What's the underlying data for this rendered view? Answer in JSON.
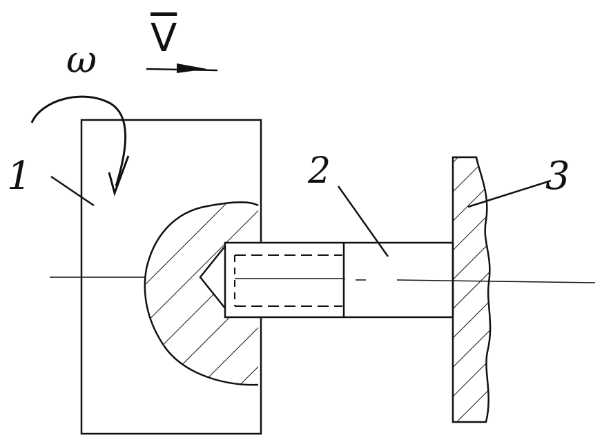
{
  "labels": {
    "omega": "ω",
    "velocity": "V",
    "part1": "1",
    "part2": "2",
    "part3": "3"
  },
  "colors": {
    "ink": "#111111",
    "background": "#ffffff"
  }
}
